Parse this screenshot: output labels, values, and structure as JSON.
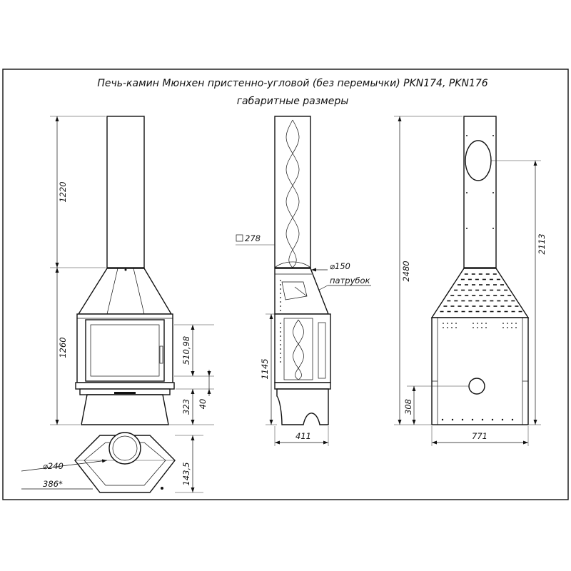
{
  "title": {
    "line1": "Печь-камин Мюнхен пристенно-угловой (без перемычки) PKN174, PKN176",
    "line2": "габаритные размеры"
  },
  "front_view": {
    "dims": {
      "chimney_height": "1220",
      "body_height": "1260",
      "glass": "510,98",
      "base": "323",
      "step": "40"
    }
  },
  "top_view": {
    "dims": {
      "collar_diameter": "⌀240",
      "offset": "386*",
      "depth": "143,5"
    }
  },
  "side_view": {
    "dims": {
      "chimney_section": "278",
      "outlet_diameter": "⌀150",
      "outlet_label": "патрубок",
      "firebox_height": "1145",
      "width": "411"
    }
  },
  "back_view": {
    "dims": {
      "total_height": "2480",
      "outlet_height": "2113",
      "rear_outlet_height": "308",
      "width": "771"
    }
  }
}
